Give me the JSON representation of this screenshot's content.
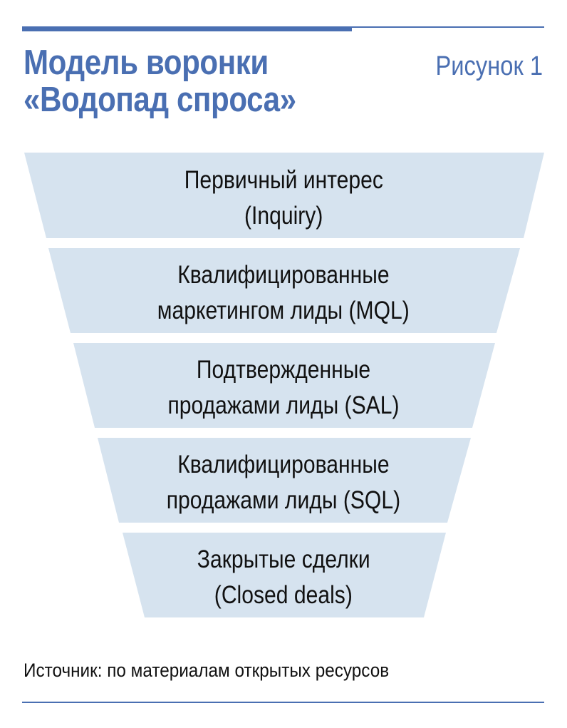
{
  "header": {
    "title_line1": "Модель воронки",
    "title_line2": "«Водопад спроса»",
    "figure_label": "Рисунок 1"
  },
  "funnel": {
    "fill_color": "#d6e3ef",
    "stages": [
      {
        "line1": "Первичный интерес",
        "line2": "(Inquiry)"
      },
      {
        "line1": "Квалифицированные",
        "line2": "маркетингом лиды (MQL)"
      },
      {
        "line1": "Подтвержденные",
        "line2": "продажами лиды (SAL)"
      },
      {
        "line1": "Квалифицированные",
        "line2": "продажами лиды (SQL)"
      },
      {
        "line1": "Закрытые сделки",
        "line2": "(Closed deals)"
      }
    ]
  },
  "footer": {
    "source": "Источник: по материалам открытых ресурсов"
  },
  "accent_color": "#4a6fb2"
}
